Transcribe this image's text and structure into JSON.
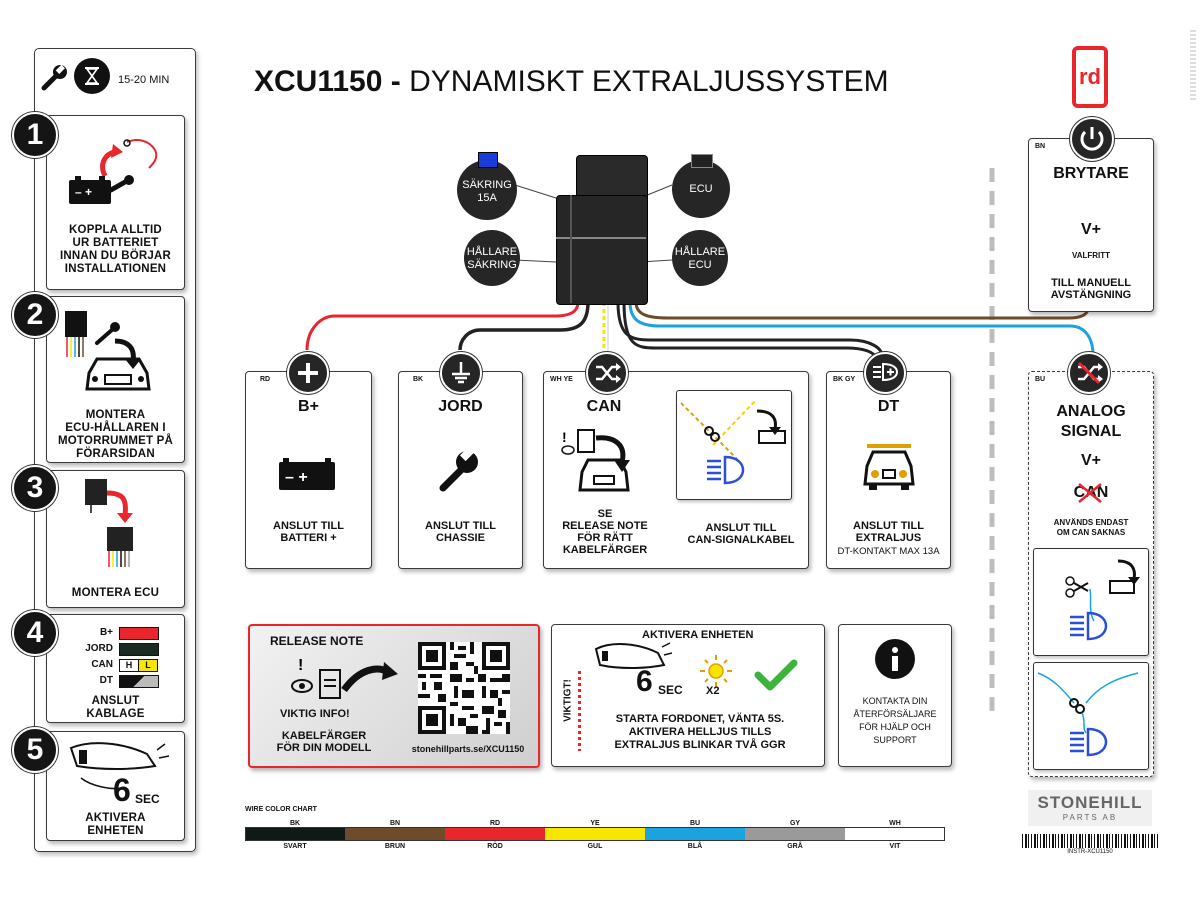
{
  "title": {
    "code": "XCU1150",
    "sep": " - ",
    "text": "DYNAMISKT EXTRALJUSSYSTEM"
  },
  "brand_logo": "rd",
  "sidebar": {
    "time": "15-20 MIN",
    "steps": [
      {
        "num": "1",
        "text": [
          "KOPPLA ALLTID",
          "UR BATTERIET",
          "INNAN DU BÖRJAR",
          "INSTALLATIONEN"
        ]
      },
      {
        "num": "2",
        "text": [
          "MONTERA",
          "ECU-HÅLLAREN I",
          "MOTORRUMMET PÅ",
          "FÖRARSIDAN"
        ]
      },
      {
        "num": "3",
        "text": [
          "MONTERA ECU"
        ]
      },
      {
        "num": "4",
        "text": [
          "ANSLUT",
          "KABLAGE"
        ],
        "wires": [
          {
            "label": "B+",
            "color": "#e8262c"
          },
          {
            "label": "JORD",
            "color": "#1c2a24"
          },
          {
            "label": "CAN",
            "h": "H",
            "l": "L"
          },
          {
            "label": "DT",
            "color": "#555555"
          }
        ]
      },
      {
        "num": "5",
        "text": [
          "AKTIVERA",
          "ENHETEN"
        ],
        "sec_num": "6",
        "sec_unit": "SEC"
      }
    ]
  },
  "unit": {
    "sakring": {
      "line1": "SÄKRING",
      "line2": "15A"
    },
    "ecu": "ECU",
    "hallare_sakring": {
      "line1": "HÅLLARE",
      "line2": "SÄKRING"
    },
    "hallare_ecu": {
      "line1": "HÅLLARE",
      "line2": "ECU"
    }
  },
  "connectors": {
    "bplus": {
      "tag": "RD",
      "title": "B+",
      "desc": [
        "ANSLUT TILL",
        "BATTERI +"
      ]
    },
    "jord": {
      "tag": "BK",
      "title": "JORD",
      "desc": [
        "ANSLUT TILL",
        "CHASSIE"
      ]
    },
    "can": {
      "tag": "WH YE",
      "title": "CAN",
      "left_desc": [
        "SE",
        "RELEASE NOTE",
        "FÖR RÄTT",
        "KABELFÄRGER"
      ],
      "right_desc": [
        "ANSLUT TILL",
        "CAN-SIGNALKABEL"
      ]
    },
    "dt": {
      "tag": "BK GY",
      "title": "DT",
      "desc": [
        "ANSLUT TILL",
        "EXTRALJUS"
      ],
      "sub": "DT-KONTAKT MAX 13A"
    }
  },
  "brytare": {
    "tag": "BN",
    "title": "BRYTARE",
    "vplus": "V+",
    "valfritt": "VALFRITT",
    "desc": [
      "TILL MANUELL",
      "AVSTÄNGNING"
    ]
  },
  "analog": {
    "tag": "BU",
    "title": [
      "ANALOG",
      "SIGNAL"
    ],
    "vplus": "V+",
    "can": "CAN",
    "desc": [
      "ANVÄNDS ENDAST",
      "OM CAN SAKNAS"
    ]
  },
  "release": {
    "title": "RELEASE NOTE",
    "info": "VIKTIG INFO!",
    "desc": [
      "KABELFÄRGER",
      "FÖR DIN MODELL"
    ],
    "url": "stonehillparts.se/XCU1150"
  },
  "activate": {
    "title": "AKTIVERA ENHETEN",
    "vertical": "VIKTIGT!",
    "sec_num": "6",
    "sec_unit": "SEC",
    "x2": "X2",
    "desc": [
      "STARTA FORDONET, VÄNTA 5S.",
      "AKTIVERA HELLJUS TILLS",
      "EXTRALJUS BLINKAR TVÅ GGR"
    ]
  },
  "contact": {
    "desc": [
      "KONTAKTA DIN",
      "ÅTERFÖRSÄLJARE",
      "FÖR HJÄLP OCH",
      "SUPPORT"
    ]
  },
  "wire_chart": {
    "title": "WIRE COLOR CHART",
    "items": [
      {
        "code": "BK",
        "name": "SVART",
        "color": "#0f1a16"
      },
      {
        "code": "BN",
        "name": "BRUN",
        "color": "#6e4b2a"
      },
      {
        "code": "RD",
        "name": "RÖD",
        "color": "#e8262c"
      },
      {
        "code": "YE",
        "name": "GUL",
        "color": "#f7e600"
      },
      {
        "code": "BU",
        "name": "BLÅ",
        "color": "#1ba3e0"
      },
      {
        "code": "GY",
        "name": "GRÅ",
        "color": "#9a9a9a"
      },
      {
        "code": "WH",
        "name": "VIT",
        "color": "#ffffff"
      }
    ]
  },
  "stonehill": {
    "name": "STONEHILL",
    "sub": "PARTS AB",
    "barcode": "INSTR-XCU1150"
  },
  "colors": {
    "red": "#e8262c",
    "blue": "#2a4fd8",
    "cyan": "#1ba3e0",
    "brown": "#6e4b2a",
    "green": "#3cb43c",
    "gold": "#e0a000"
  }
}
